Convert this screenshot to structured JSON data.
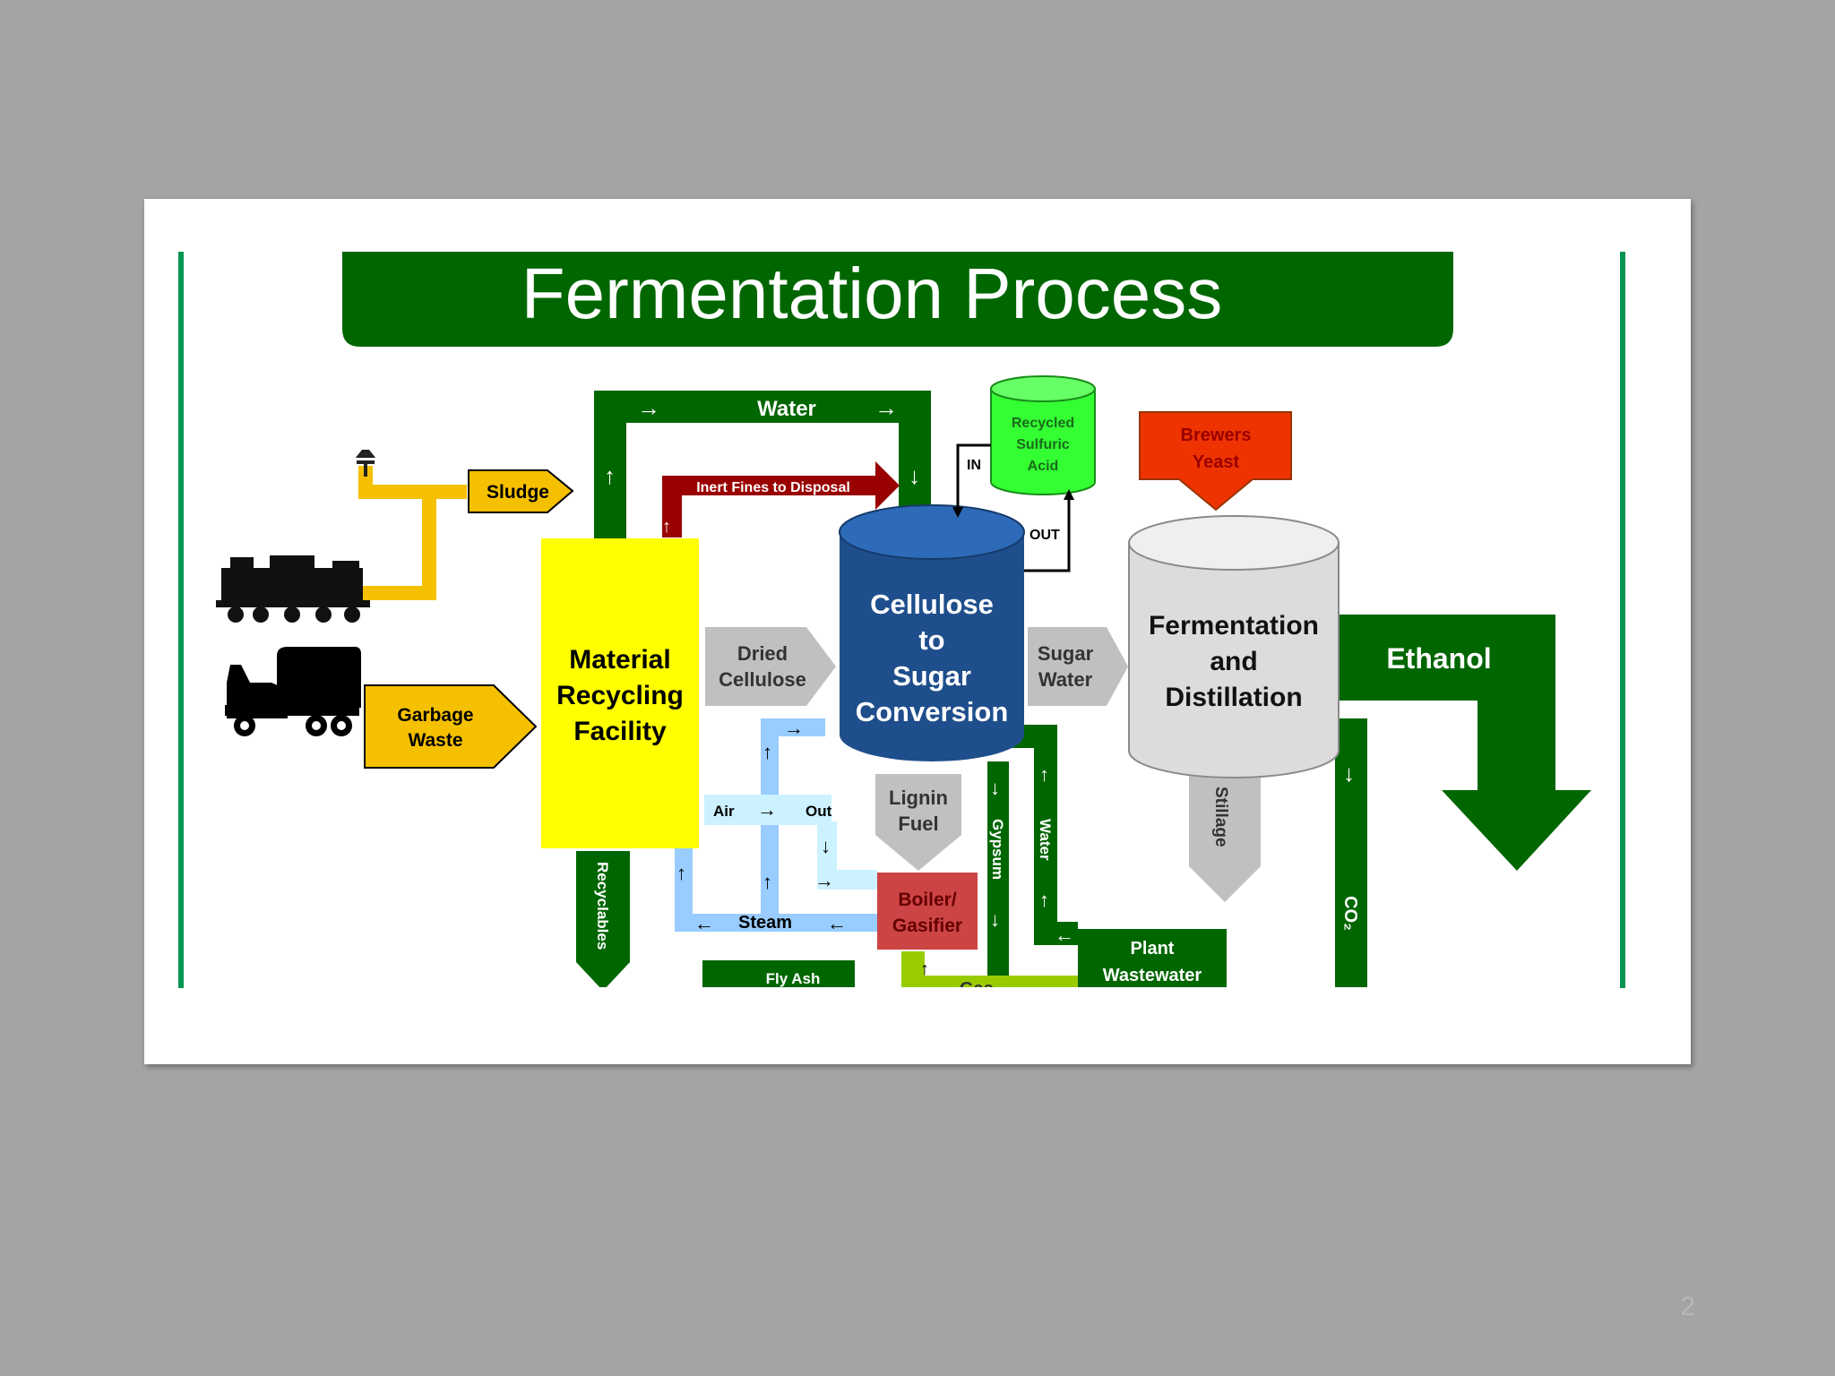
{
  "slide": {
    "title": "Fermentation Process",
    "page_number": "2"
  },
  "diagram": {
    "sources": {
      "sludge": "Sludge",
      "garbage_waste": [
        "Garbage",
        "Waste"
      ]
    },
    "facility": [
      "Material",
      "Recycling",
      "Facility"
    ],
    "dried_cellulose": [
      "Dried",
      "Cellulose"
    ],
    "conversion_tank": [
      "Cellulose",
      "to",
      "Sugar",
      "Conversion"
    ],
    "sugar_water": [
      "Sugar",
      "Water"
    ],
    "acid_tank": [
      "Recycled",
      "Sulfuric",
      "Acid"
    ],
    "acid_in": "IN",
    "acid_out": "OUT",
    "brewers_yeast": [
      "Brewers",
      "Yeast"
    ],
    "fermentation_tank": [
      "Fermentation",
      "and",
      "Distillation"
    ],
    "ethanol": "Ethanol",
    "water_top": "Water",
    "inert_fines": "Inert Fines to Disposal",
    "lignin_fuel": [
      "Lignin",
      "Fuel"
    ],
    "boiler": [
      "Boiler/",
      "Gasifier"
    ],
    "air": "Air",
    "out": "Out",
    "steam": "Steam",
    "recyclables": "Recyclables",
    "fly_ash": "Fly Ash",
    "gas": "Gas",
    "gypsum": "Gypsum",
    "water_side": "Water",
    "stillage": "Stillage",
    "plant_wastewater": [
      "Plant",
      "Wastewater"
    ],
    "co2": "CO₂"
  },
  "colors": {
    "title_bar": "#006600",
    "frame_line": "#009650",
    "dark_green": "#006600",
    "yellow": "#ffff00",
    "gold": "#f5c000",
    "blue_tank": "#1f4e8c",
    "light_blue": "#99ccff",
    "red": "#ee3300",
    "dark_red": "#990000",
    "boiler": "#cc4444",
    "lime": "#33ff33",
    "yellow_green": "#99cc00",
    "gray": "#c0c0c0"
  }
}
